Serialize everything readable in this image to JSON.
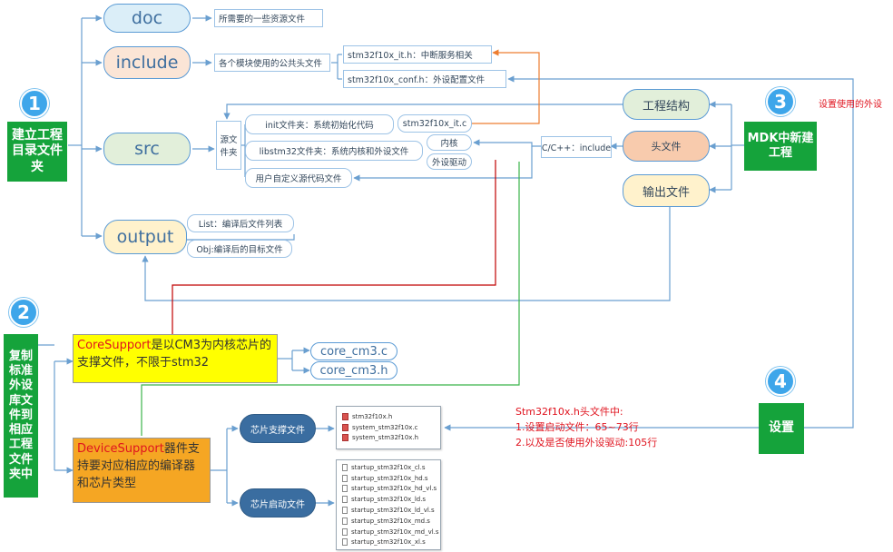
{
  "steps": {
    "s1": {
      "num": "1",
      "title": "建立工程目录文件夹"
    },
    "s2": {
      "num": "2",
      "title": "复制标准外设库文件到相应工程文件夹中"
    },
    "s3": {
      "num": "3",
      "title": "MDK中新建工程"
    },
    "s4": {
      "num": "4",
      "title": "设置"
    }
  },
  "folders": {
    "doc": "doc",
    "doc_desc": "所需要的一些资源文件",
    "include": "include",
    "include_desc": "各个模块使用的公共头文件",
    "include_files": [
      "stm32f10x_it.h：中断服务相关",
      "stm32f10x_conf.h：外设配置文件"
    ],
    "src": "src",
    "src_header": "源文件夹",
    "src_rows": [
      "init文件夹：系统初始化代码",
      "libstm32文件夹：系统内核和外设文件",
      "用户自定义源代码文件"
    ],
    "src_it_c": "stm32f10x_it.c",
    "src_core": "内核",
    "src_driver": "外设驱动",
    "output": "output",
    "output_items": [
      "List：编译后文件列表",
      "Obj:编译后的目标文件"
    ]
  },
  "mdk": {
    "project_structure": "工程结构",
    "header_files": "头文件",
    "output_files": "输出文件",
    "cpp_include": "C/C++：include",
    "set_peripheral": "设置使用的外设"
  },
  "library": {
    "coresupport_name": "CoreSupport",
    "coresupport_desc": "是以CM3为内核芯片的支撑文件，不限于stm32",
    "core_files": [
      "core_cm3.c",
      "core_cm3.h"
    ],
    "devicesupport_name": "DeviceSupport",
    "devicesupport_desc": "器件支持要对应相应的编译器和芯片类型",
    "chip_support": "芯片支撑文件",
    "chip_startup": "芯片启动文件",
    "support_files": [
      "stm32f10x.h",
      "system_stm32f10x.c",
      "system_stm32f10x.h"
    ],
    "startup_files": [
      "startup_stm32f10x_cl.s",
      "startup_stm32f10x_hd.s",
      "startup_stm32f10x_hd_vl.s",
      "startup_stm32f10x_ld.s",
      "startup_stm32f10x_ld_vl.s",
      "startup_stm32f10x_md.s",
      "startup_stm32f10x_md_vl.s",
      "startup_stm32f10x_xl.s"
    ]
  },
  "settings_note": [
    "Stm32f10x.h头文件中:",
    "1.设置启动文件：65~73行",
    "2.以及是否使用外设驱动:105行"
  ],
  "colors": {
    "step_green": "#15a33b",
    "step_circle": "#3ea6ea",
    "line_blue": "#6a9fd0",
    "line_orange": "#ed7d31",
    "line_red": "#c00000",
    "line_green": "#3bb54a"
  }
}
